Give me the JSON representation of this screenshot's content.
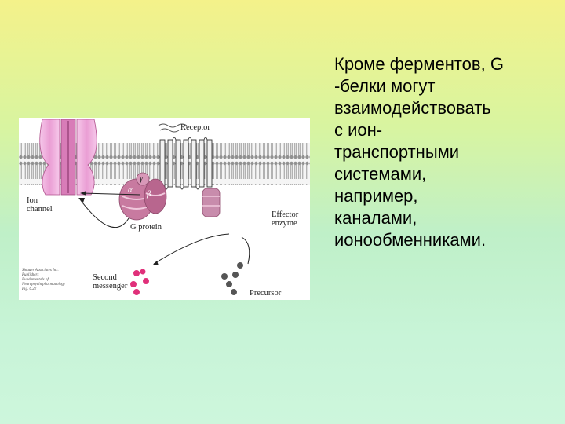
{
  "figure": {
    "labels": {
      "receptor": "Receptor",
      "ion_channel_1": "Ion",
      "ion_channel_2": "channel",
      "g_protein": "G protein",
      "effector_1": "Effector",
      "effector_2": "enzyme",
      "second_messenger_1": "Second",
      "second_messenger_2": "messenger",
      "precursor": "Precursor",
      "alpha": "α",
      "beta": "β",
      "gamma": "γ"
    },
    "credit": [
      "Sinauer Associates Inc.",
      "Publishers",
      "Fundamentals of",
      "Neuropsychopharmacology",
      "Fig. 6.22"
    ]
  },
  "text": {
    "lines": [
      "Кроме ферментов, G",
      "-белки могут",
      "взаимодействовать",
      "с ион-",
      "транспортными",
      "системами,",
      "например,",
      "каналами,",
      "ионообменниками."
    ]
  },
  "colors": {
    "membrane_head": "#8a8a8a",
    "ion_channel": "#f2b8e0",
    "g_protein": "#c8789c",
    "messenger_dot": "#e0307a",
    "precursor_dot": "#555555"
  }
}
